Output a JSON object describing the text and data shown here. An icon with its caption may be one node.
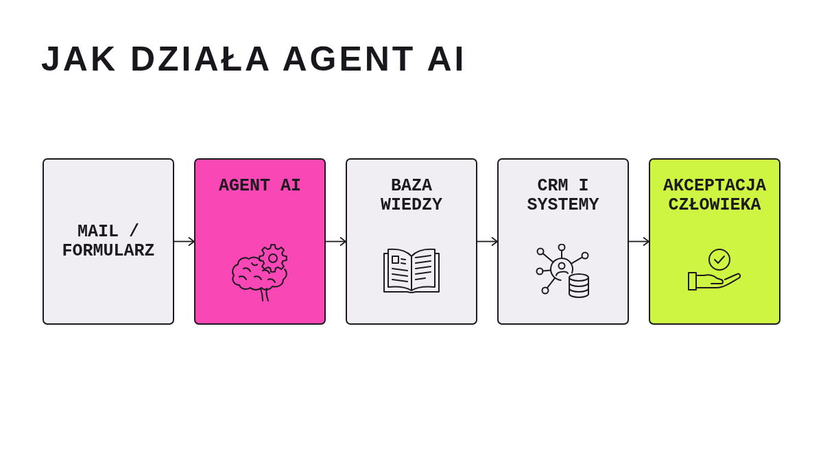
{
  "diagram": {
    "title": "JAK DZIAŁA AGENT AI",
    "nodes": [
      {
        "text": [
          "MAIL / FORMULARZ"
        ]
      },
      {
        "text": [
          "AGENT AI"
        ]
      },
      {
        "text": [
          "BAZA WIEDZY"
        ]
      },
      {
        "text": [
          "CRM I SYSTEMY"
        ]
      },
      {
        "text": [
          "AKCEPTACJA CZŁOWIEKA"
        ]
      }
    ],
    "edges": [
      {
        "from": 0,
        "to": 1,
        "arrow": "to"
      },
      {
        "from": 1,
        "to": 2,
        "arrow": "to"
      },
      {
        "from": 2,
        "to": 3,
        "arrow": "to"
      },
      {
        "from": 3,
        "to": 4,
        "arrow": "to"
      }
    ]
  }
}
